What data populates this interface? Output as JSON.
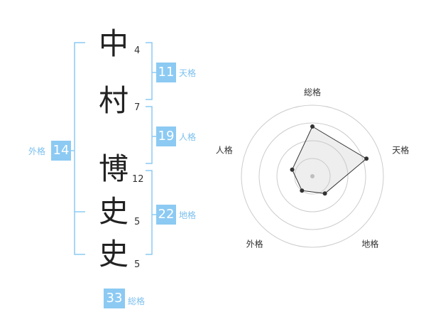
{
  "name": {
    "characters": [
      {
        "char": "中",
        "strokes": "4"
      },
      {
        "char": "村",
        "strokes": "7"
      },
      {
        "char": "博",
        "strokes": "12"
      },
      {
        "char": "史",
        "strokes": "5"
      },
      {
        "char": "史",
        "strokes": "5"
      }
    ]
  },
  "kakusu": {
    "tenkaku": {
      "value": "11",
      "label": "天格"
    },
    "jinkaku": {
      "value": "19",
      "label": "人格"
    },
    "chikaku": {
      "value": "22",
      "label": "地格"
    },
    "gaikaku": {
      "value": "14",
      "label": "外格"
    },
    "soukaku": {
      "value": "33",
      "label": "総格"
    }
  },
  "colors": {
    "accent": "#8ccaf3",
    "bracket": "#8ccaf3",
    "ring": "#cccccc"
  },
  "chart_data": {
    "type": "radar",
    "axes": [
      "総格",
      "天格",
      "地格",
      "外格",
      "人格"
    ],
    "values": [
      0.7,
      0.8,
      0.3,
      0.25,
      0.3
    ],
    "range": [
      0,
      1
    ],
    "rings": 4
  }
}
